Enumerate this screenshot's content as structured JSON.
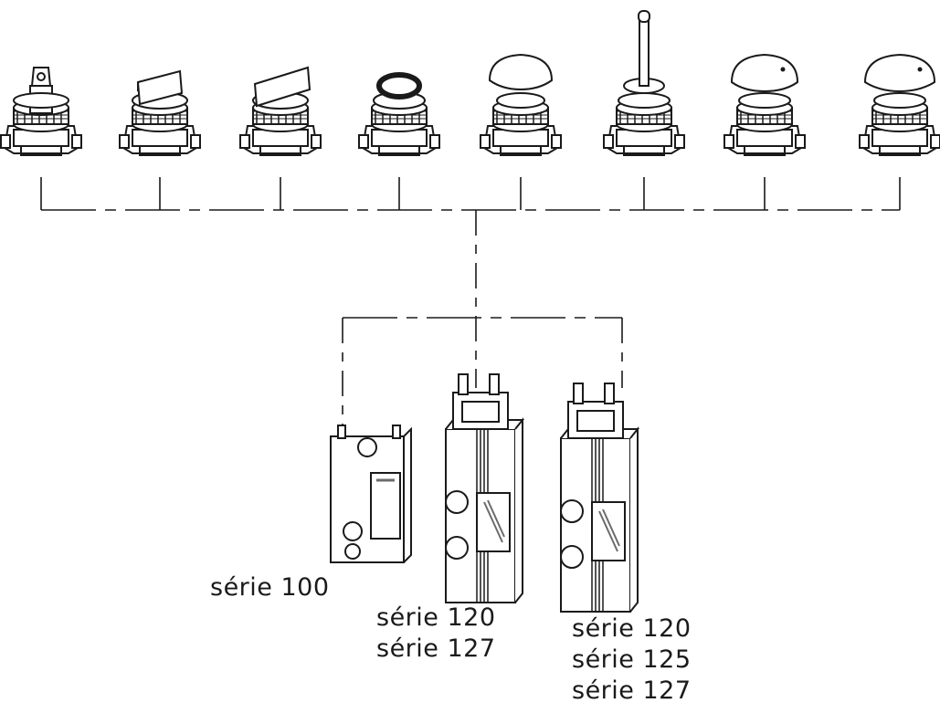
{
  "diagram": {
    "operators": [
      {
        "name": "key-selector-operator"
      },
      {
        "name": "selector-switch-short-operator"
      },
      {
        "name": "selector-switch-long-operator"
      },
      {
        "name": "flush-pushbutton-operator"
      },
      {
        "name": "mushroom-pushbutton-operator"
      },
      {
        "name": "joystick-operator"
      },
      {
        "name": "mushroom-pushbutton-large-operator"
      },
      {
        "name": "emergency-stop-operator"
      }
    ],
    "valves": [
      {
        "name": "valve-serie-100",
        "labels": [
          "série 100"
        ]
      },
      {
        "name": "valve-serie-120-127",
        "labels": [
          "série 120",
          "série 127"
        ]
      },
      {
        "name": "valve-serie-120-125-127",
        "labels": [
          "série 120",
          "série 125",
          "série 127"
        ]
      }
    ]
  },
  "colors": {
    "line": "#1a1a1a",
    "fill": "#ffffff",
    "shade": "#6b6b6b"
  }
}
